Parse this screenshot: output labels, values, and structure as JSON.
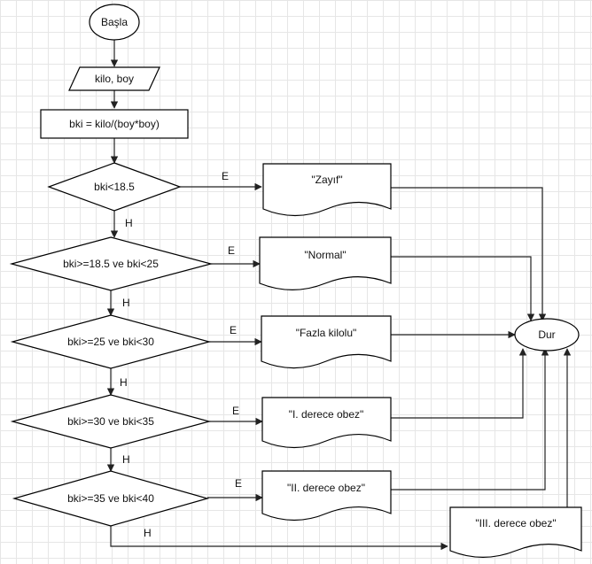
{
  "flowchart": {
    "start": "Başla",
    "input": "kilo, boy",
    "process": "bki = kilo/(boy*boy)",
    "end": "Dur",
    "yes_label": "E",
    "no_label": "H",
    "decisions": [
      "bki<18.5",
      "bki>=18.5 ve bki<25",
      "bki>=25 ve bki<30",
      "bki>=30 ve bki<35",
      "bki>=35 ve bki<40"
    ],
    "outputs": [
      "\"Zayıf\"",
      "\"Normal\"",
      "\"Fazla kilolu\"",
      "\"I. derece obez\"",
      "\"II. derece obez\"",
      "\"III. derece obez\""
    ]
  }
}
